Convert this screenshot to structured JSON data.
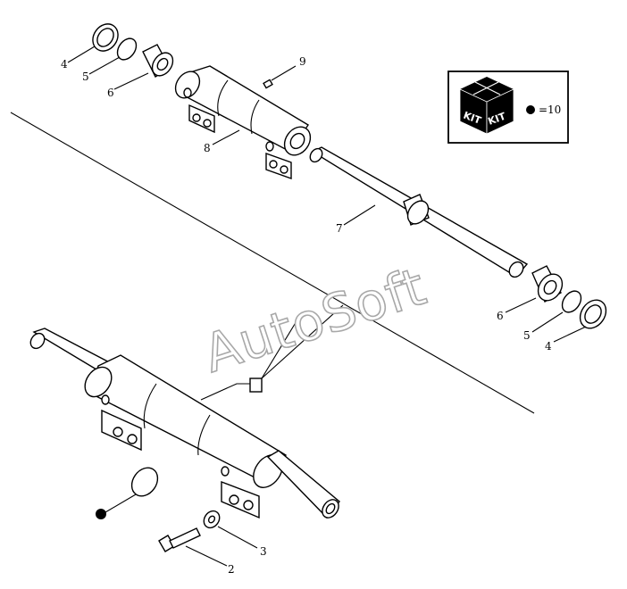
{
  "watermark": "AutoSoft",
  "kit_legend": {
    "icon": "kit-box-icon",
    "face_left": "KIT",
    "face_right": "KIT",
    "equals": "=",
    "number": "10"
  },
  "callouts": [
    {
      "id": "c4-top",
      "label": "4"
    },
    {
      "id": "c5-top",
      "label": "5"
    },
    {
      "id": "c6-top",
      "label": "6"
    },
    {
      "id": "c9",
      "label": "9"
    },
    {
      "id": "c8",
      "label": "8"
    },
    {
      "id": "c7",
      "label": "7"
    },
    {
      "id": "c6-bot",
      "label": "6"
    },
    {
      "id": "c5-bot",
      "label": "5"
    },
    {
      "id": "c4-bot",
      "label": "4"
    },
    {
      "id": "c3",
      "label": "3"
    },
    {
      "id": "c2",
      "label": "2"
    }
  ]
}
